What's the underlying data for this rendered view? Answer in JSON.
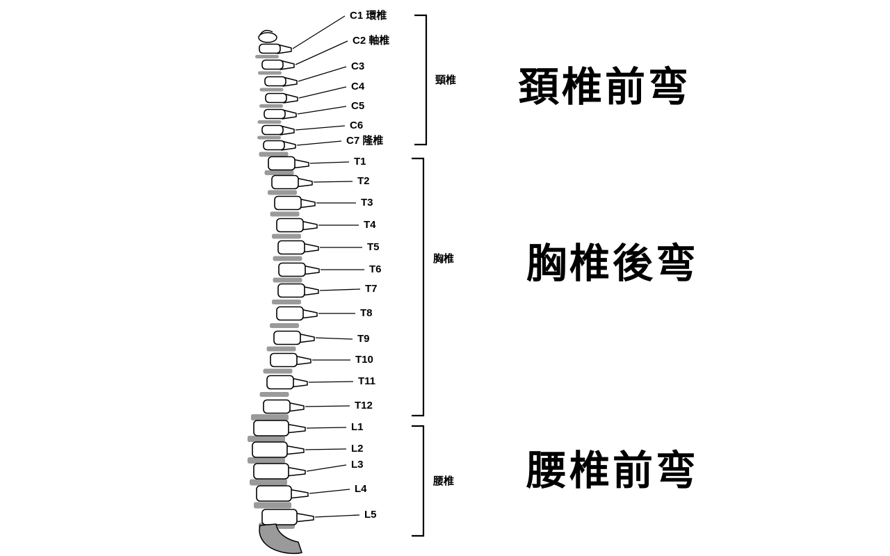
{
  "diagram": {
    "vertebrae": [
      {
        "id": "C1",
        "label": "C1 環椎"
      },
      {
        "id": "C2",
        "label": "C2 軸椎"
      },
      {
        "id": "C3",
        "label": "C3"
      },
      {
        "id": "C4",
        "label": "C4"
      },
      {
        "id": "C5",
        "label": "C5"
      },
      {
        "id": "C6",
        "label": "C6"
      },
      {
        "id": "C7",
        "label": "C7 隆椎"
      },
      {
        "id": "T1",
        "label": "T1"
      },
      {
        "id": "T2",
        "label": "T2"
      },
      {
        "id": "T3",
        "label": "T3"
      },
      {
        "id": "T4",
        "label": "T4"
      },
      {
        "id": "T5",
        "label": "T5"
      },
      {
        "id": "T6",
        "label": "T6"
      },
      {
        "id": "T7",
        "label": "T7"
      },
      {
        "id": "T8",
        "label": "T8"
      },
      {
        "id": "T9",
        "label": "T9"
      },
      {
        "id": "T10",
        "label": "T10"
      },
      {
        "id": "T11",
        "label": "T11"
      },
      {
        "id": "T12",
        "label": "T12"
      },
      {
        "id": "L1",
        "label": "L1"
      },
      {
        "id": "L2",
        "label": "L2"
      },
      {
        "id": "L3",
        "label": "L3"
      },
      {
        "id": "L4",
        "label": "L4"
      },
      {
        "id": "L5",
        "label": "L5"
      }
    ],
    "sections": [
      {
        "id": "cervical",
        "label": "頸椎"
      },
      {
        "id": "thoracic",
        "label": "胸椎"
      },
      {
        "id": "lumbar",
        "label": "腰椎"
      }
    ],
    "curve_labels": [
      {
        "id": "cervical-lordosis",
        "label": "頚椎前弯"
      },
      {
        "id": "thoracic-kyphosis",
        "label": "胸椎後弯"
      },
      {
        "id": "lumbar-lordosis",
        "label": "腰椎前弯"
      }
    ],
    "colors": {
      "ink": "#000000",
      "disc": "#9a9a9a",
      "bone": "#ffffff",
      "background": "#ffffff"
    }
  }
}
